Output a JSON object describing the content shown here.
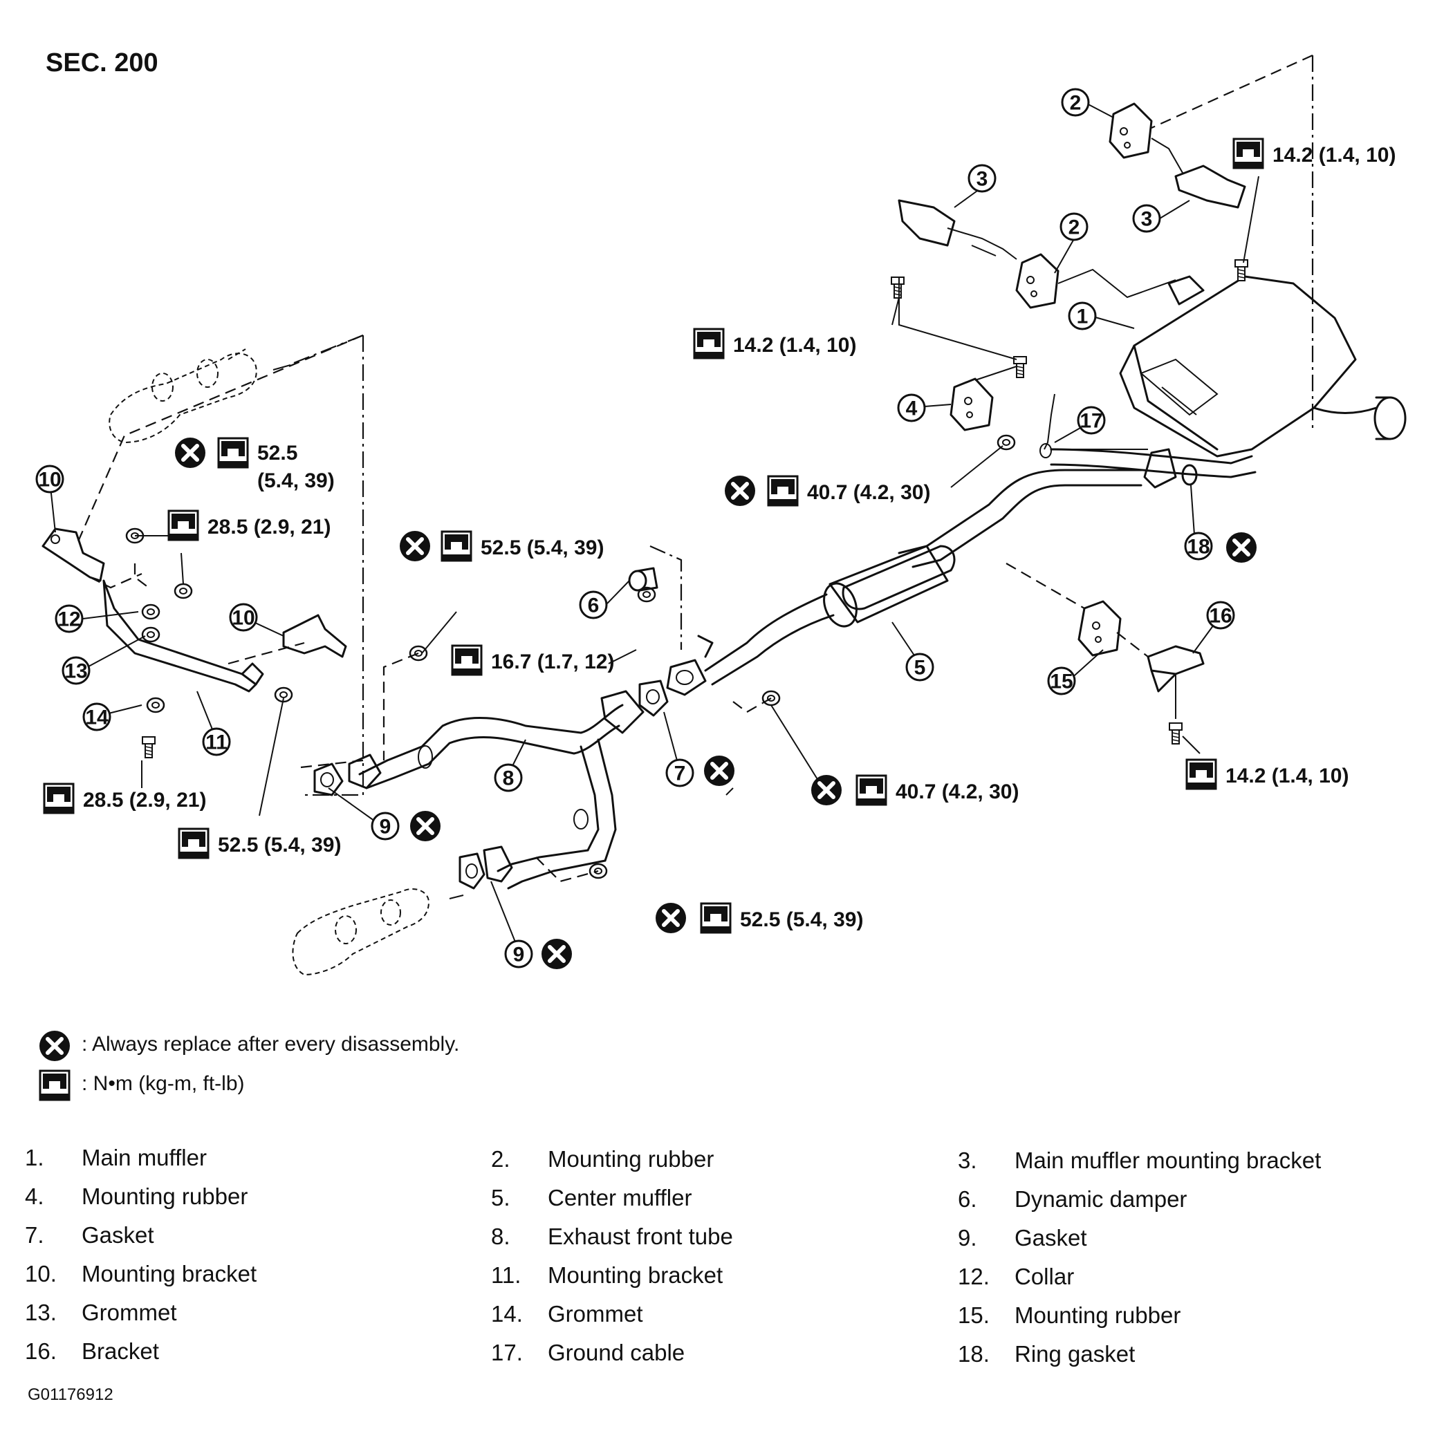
{
  "section": "SEC. 200",
  "figure_code": "G01176912",
  "torque_labels": {
    "t1": "14.2 (1.4, 10)",
    "t2": "14.2 (1.4, 10)",
    "t3": "40.7 (4.2, 30)",
    "t4": "52.5",
    "t4b": "(5.4, 39)",
    "t5": "28.5 (2.9, 21)",
    "t6": "52.5 (5.4, 39)",
    "t7": "16.7 (1.7, 12)",
    "t8": "28.5 (2.9, 21)",
    "t9": "52.5 (5.4, 39)",
    "t10": "40.7 (4.2, 30)",
    "t11": "14.2 (1.4, 10)",
    "t12": "52.5 (5.4, 39)"
  },
  "legend": {
    "replace": ": Always replace after every disassembly.",
    "torque_unit": ":  N•m  (kg-m,  ft-lb)"
  },
  "parts": [
    {
      "num": "1.",
      "name": "Main muffler"
    },
    {
      "num": "2.",
      "name": "Mounting rubber"
    },
    {
      "num": "3.",
      "name": "Main muffler mounting bracket"
    },
    {
      "num": "4.",
      "name": "Mounting rubber"
    },
    {
      "num": "5.",
      "name": "Center muffler"
    },
    {
      "num": "6.",
      "name": "Dynamic damper"
    },
    {
      "num": "7.",
      "name": "Gasket"
    },
    {
      "num": "8.",
      "name": "Exhaust front tube"
    },
    {
      "num": "9.",
      "name": "Gasket"
    },
    {
      "num": "10.",
      "name": "Mounting bracket"
    },
    {
      "num": "11.",
      "name": "Mounting bracket"
    },
    {
      "num": "12.",
      "name": "Collar"
    },
    {
      "num": "13.",
      "name": "Grommet"
    },
    {
      "num": "14.",
      "name": "Grommet"
    },
    {
      "num": "15.",
      "name": "Mounting rubber"
    },
    {
      "num": "16.",
      "name": "Bracket"
    },
    {
      "num": "17.",
      "name": "Ground cable"
    },
    {
      "num": "18.",
      "name": "Ring gasket"
    }
  ],
  "callouts": [
    "1",
    "2",
    "2",
    "3",
    "3",
    "4",
    "5",
    "6",
    "7",
    "8",
    "9",
    "9",
    "10",
    "10",
    "11",
    "12",
    "13",
    "14",
    "15",
    "16",
    "17",
    "18"
  ],
  "icons": {
    "replace": "x-circle-icon",
    "torque": "wrench-icon"
  }
}
